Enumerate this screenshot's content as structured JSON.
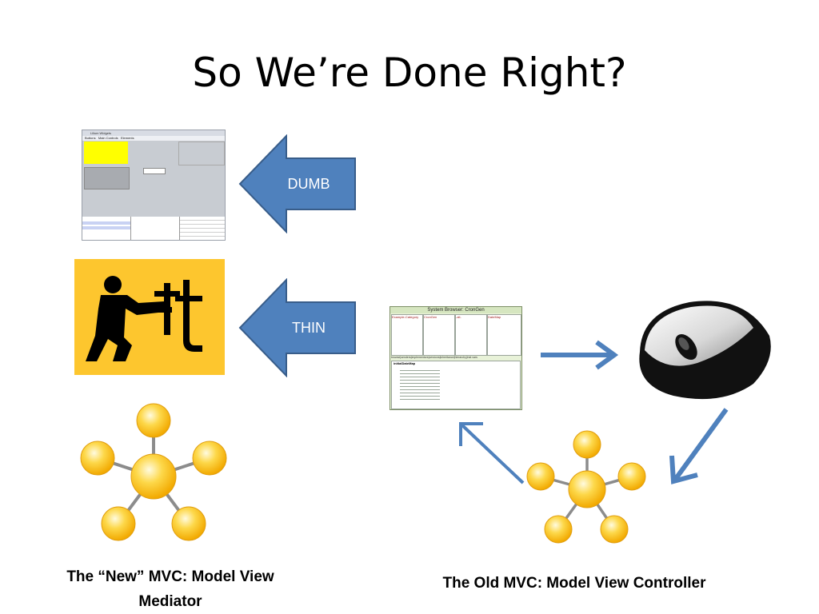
{
  "slide": {
    "title": "So We’re Done Right?"
  },
  "arrows": {
    "dumb_label": "DUMB",
    "thin_label": "THIN",
    "fill_color": "#4f81bd",
    "stroke_color": "#385d8a"
  },
  "widget_screenshot": {
    "window_title": "Lilium Widgets",
    "menu": [
      "Buttons",
      "Main Controls",
      "Elements"
    ]
  },
  "system_browser": {
    "window_title": "System Browser: CronGen",
    "pane_headers": [
      "Example-Category",
      "CronGen",
      "-all-",
      "DateMap"
    ],
    "buttons": [
      "browse",
      "senders",
      "implementors",
      "versions",
      "inheritance",
      "hierarchy",
      "inst vars"
    ],
    "code_header": "initialDateMap"
  },
  "icons": {
    "worker": "worker-with-pipe-icon",
    "mouse": "computer-mouse-icon",
    "network": "hub-network-icon"
  },
  "colors": {
    "node_orange": "#f8c530",
    "connector_gray": "#8c8c8c",
    "worker_background": "#fdc62e"
  },
  "captions": {
    "new_mvc_line1": "The “New” MVC: Model View",
    "new_mvc_line2": "Mediator",
    "old_mvc": "The Old MVC: Model View Controller"
  }
}
